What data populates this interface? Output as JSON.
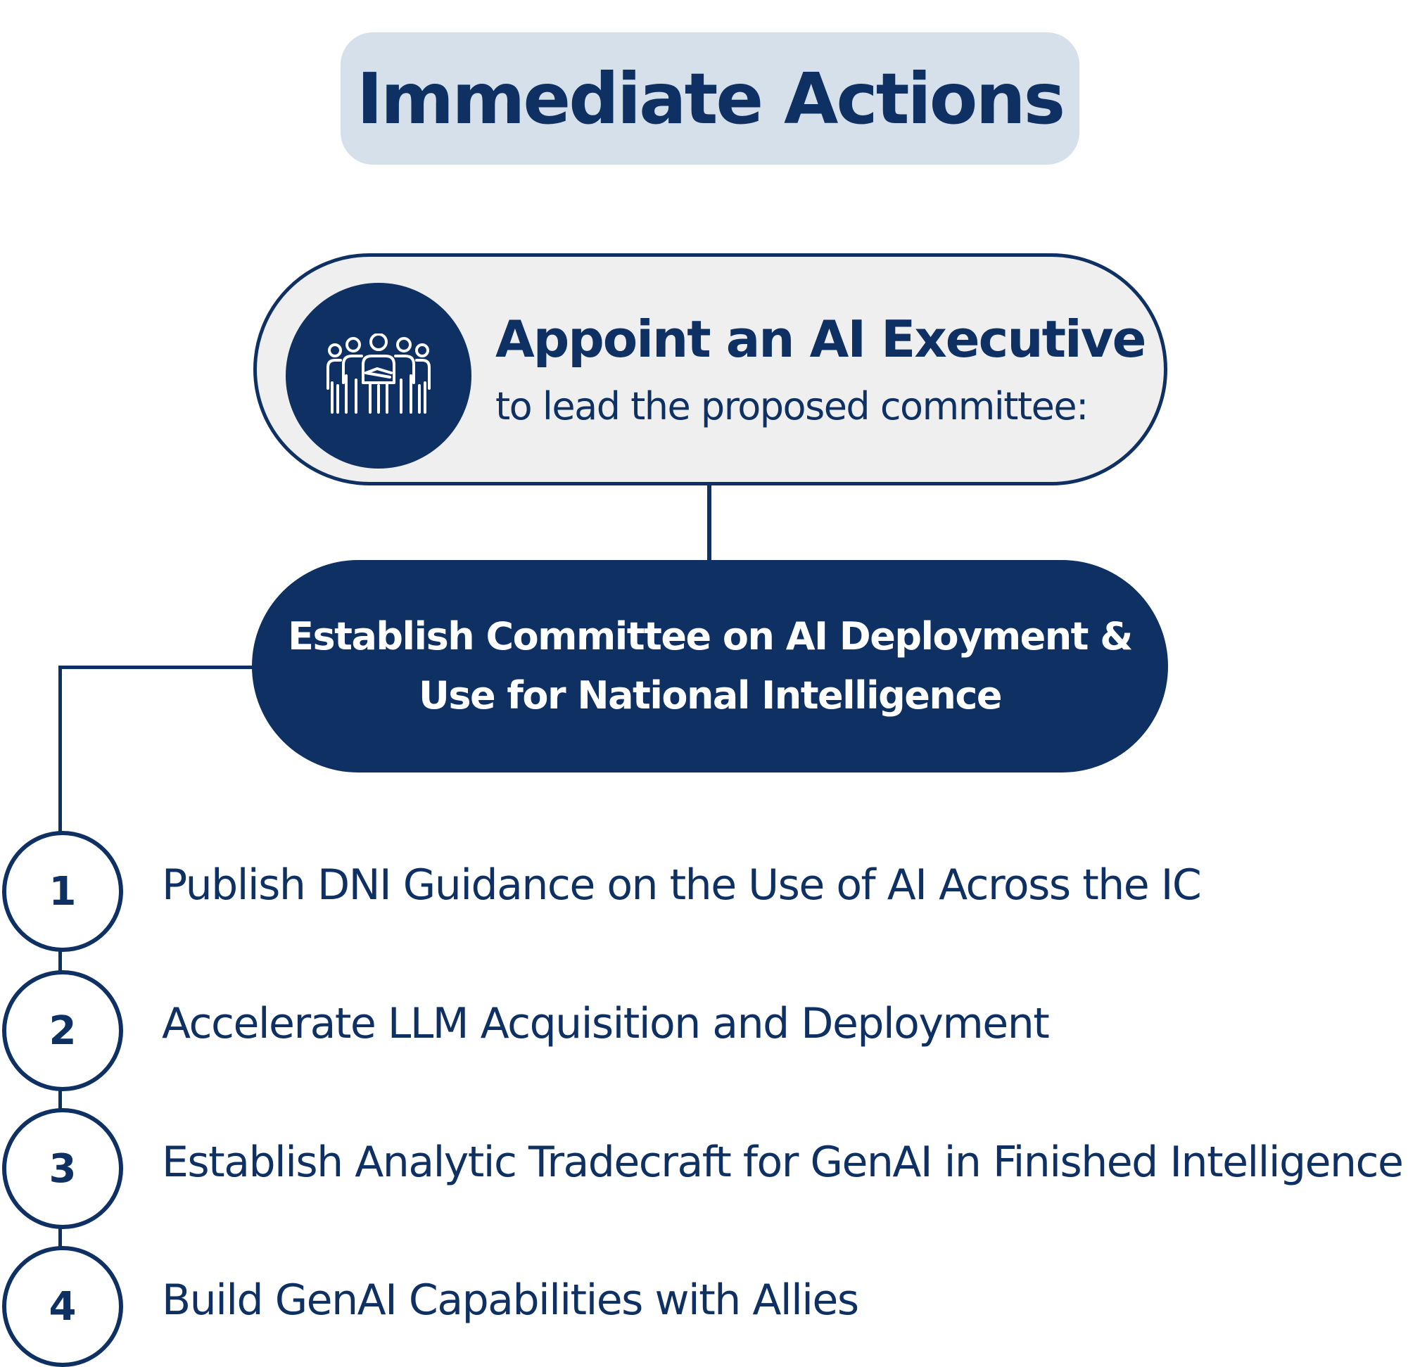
{
  "header": {
    "title": "Immediate Actions"
  },
  "colors": {
    "navy": "#0e3062",
    "title_bg": "#d6e0eb",
    "pill_bg": "#efefef",
    "white": "#ffffff"
  },
  "executive": {
    "icon": "team-people-icon",
    "title": "Appoint an AI Executive",
    "subtitle": "to lead the proposed committee:"
  },
  "committee": {
    "line1": "Establish Committee on AI Deployment &",
    "line2": "Use for National Intelligence"
  },
  "steps": [
    {
      "number": "1",
      "label": "Publish DNI Guidance on the Use of AI Across the IC"
    },
    {
      "number": "2",
      "label": "Accelerate LLM Acquisition and Deployment"
    },
    {
      "number": "3",
      "label": "Establish Analytic Tradecraft for GenAI in Finished Intelligence"
    },
    {
      "number": "4",
      "label": "Build GenAI Capabilities with Allies"
    }
  ]
}
